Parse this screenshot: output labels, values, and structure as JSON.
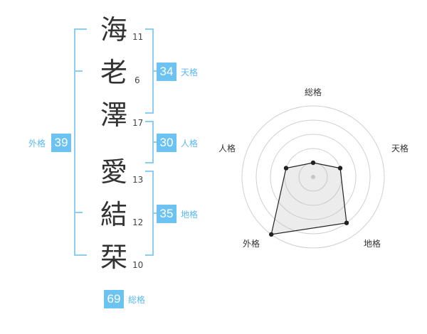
{
  "name": {
    "chars": [
      {
        "char": "海",
        "strokes": "11"
      },
      {
        "char": "老",
        "strokes": "6"
      },
      {
        "char": "澤",
        "strokes": "17"
      },
      {
        "char": "愛",
        "strokes": "13"
      },
      {
        "char": "結",
        "strokes": "12"
      },
      {
        "char": "栞",
        "strokes": "10"
      }
    ]
  },
  "fortune": {
    "tenkaku": {
      "value": "34",
      "label": "天格"
    },
    "jinkaku": {
      "value": "30",
      "label": "人格"
    },
    "chikaku": {
      "value": "35",
      "label": "地格"
    },
    "gaikaku": {
      "value": "39",
      "label": "外格"
    },
    "soukaku": {
      "value": "69",
      "label": "総格"
    }
  },
  "radar": {
    "labels": {
      "top": "総格",
      "right": "天格",
      "bottom_right": "地格",
      "bottom_left": "外格",
      "left": "人格"
    },
    "scores": {
      "soukaku": 0.2,
      "tenkaku": 0.4,
      "chikaku": 0.8,
      "gaikaku": 1.0,
      "jinkaku": 0.4
    }
  },
  "colors": {
    "accent": "#6cc3f2",
    "bracket": "#8ccdf2"
  }
}
